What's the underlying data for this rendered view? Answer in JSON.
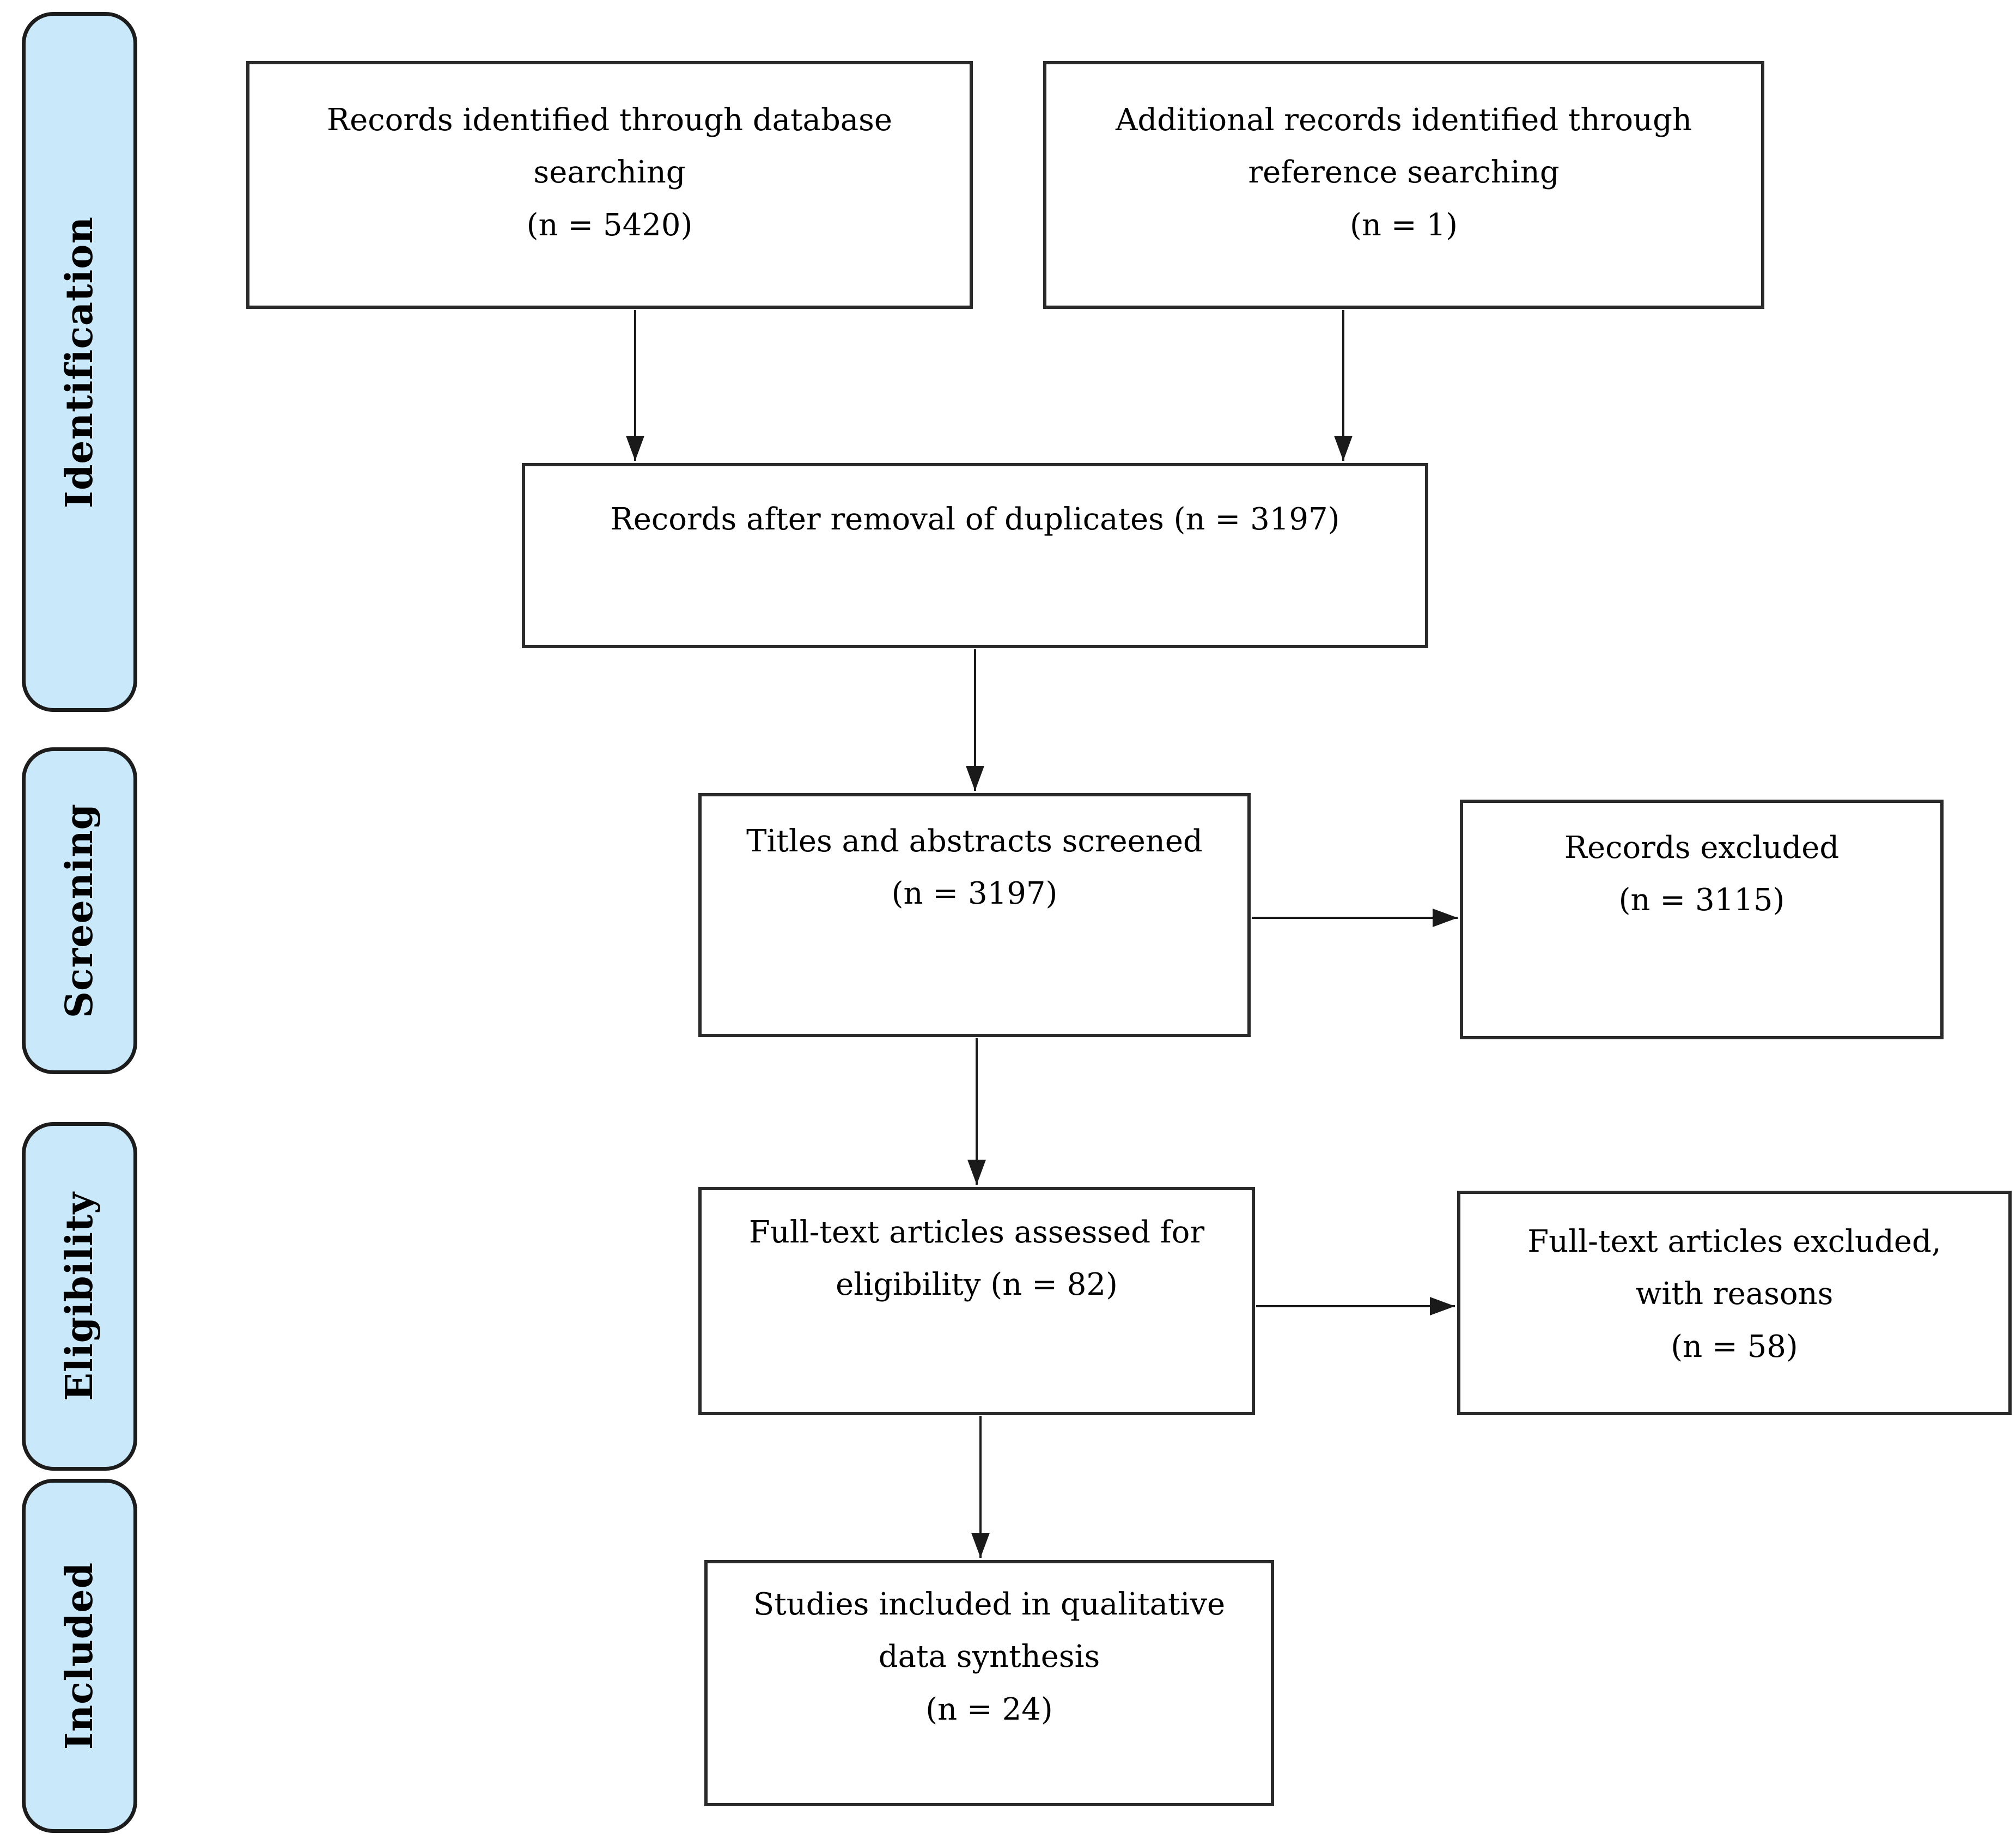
{
  "colors": {
    "background": "#ffffff",
    "stage_fill": "#c9e9fa",
    "stage_border": "#1c1c1c",
    "box_border": "#2a2a2a",
    "arrow": "#1a1a1a",
    "text": "#000000"
  },
  "stages": [
    {
      "label": "Identification"
    },
    {
      "label": "Screening"
    },
    {
      "label": "Eligibility"
    },
    {
      "label": "Included"
    }
  ],
  "boxes": [
    {
      "id": "records-identified",
      "text": "Records identified through database\nsearching\n(n = 5420)"
    },
    {
      "id": "additional-records",
      "text": "Additional records identified through\nreference searching\n(n = 1)"
    },
    {
      "id": "duplicates-removed",
      "text": "Records after removal of duplicates (n = 3197)"
    },
    {
      "id": "titles-screened",
      "text": "Titles and abstracts screened\n(n = 3197)"
    },
    {
      "id": "records-excluded",
      "text": "Records excluded\n(n = 3115)"
    },
    {
      "id": "fulltext-assessed",
      "text": "Full-text articles assessed for\neligibility (n = 82)"
    },
    {
      "id": "fulltext-excluded",
      "text": "Full-text articles excluded,\nwith reasons\n(n = 58)"
    },
    {
      "id": "studies-included",
      "text": "Studies included in qualitative\ndata synthesis\n(n = 24)"
    }
  ]
}
